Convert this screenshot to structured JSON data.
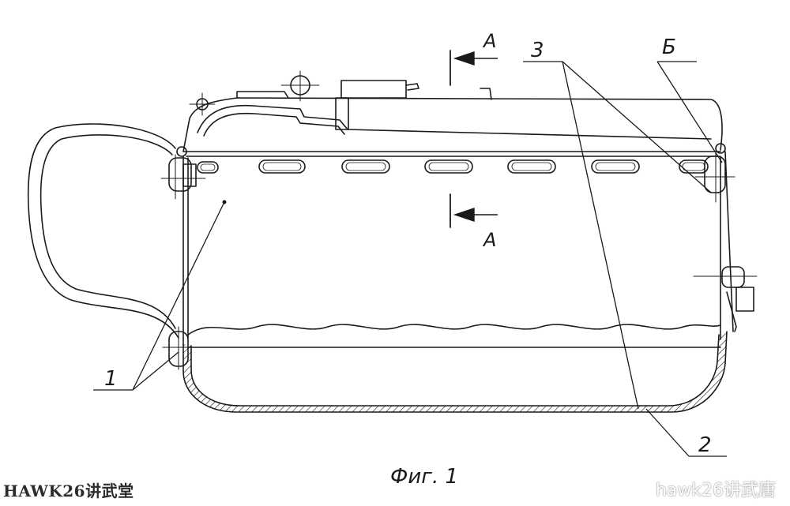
{
  "drawing": {
    "caption": "Фиг. 1",
    "labels": {
      "part_1": "1",
      "part_2": "2",
      "part_3": "3",
      "section_a_top": "А",
      "section_a_bottom": "А",
      "detail_b": "Б"
    }
  },
  "watermarks": {
    "left": "HAWK26讲武堂",
    "right": "hawk26讲武唐"
  },
  "colors": {
    "line": "#1a1a1a",
    "background": "#ffffff"
  }
}
